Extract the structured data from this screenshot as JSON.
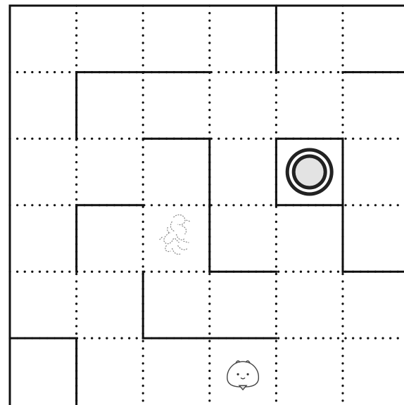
{
  "game": {
    "type": "maze-grid",
    "grid": {
      "cols": 6,
      "rows": 6
    },
    "colors": {
      "background": "#ffffff",
      "wall": "#111111",
      "grid_dots": "#111111",
      "goal_ring": "#222222",
      "goal_fill": "#e3e3e3"
    },
    "walls_h": [
      [
        0,
        0,
        0,
        0,
        0,
        0
      ],
      [
        0,
        1,
        1,
        0,
        0,
        1
      ],
      [
        0,
        0,
        1,
        0,
        1,
        0
      ],
      [
        0,
        1,
        0,
        0,
        1,
        0
      ],
      [
        0,
        0,
        0,
        1,
        0,
        1
      ],
      [
        1,
        0,
        1,
        1,
        0,
        0
      ]
    ],
    "walls_v": [
      [
        0,
        0,
        0,
        1,
        0
      ],
      [
        1,
        0,
        0,
        0,
        0
      ],
      [
        0,
        0,
        1,
        1,
        1
      ],
      [
        1,
        0,
        1,
        0,
        1
      ],
      [
        0,
        1,
        0,
        0,
        0
      ],
      [
        1,
        0,
        0,
        0,
        0
      ]
    ],
    "items": [
      {
        "name": "goal-target-icon",
        "kind": "goal",
        "col": 4,
        "row": 2
      },
      {
        "name": "scribble-creature-icon",
        "kind": "character",
        "col": 2,
        "row": 3
      },
      {
        "name": "blob-creature-icon",
        "kind": "character",
        "col": 3,
        "row": 5
      }
    ]
  }
}
